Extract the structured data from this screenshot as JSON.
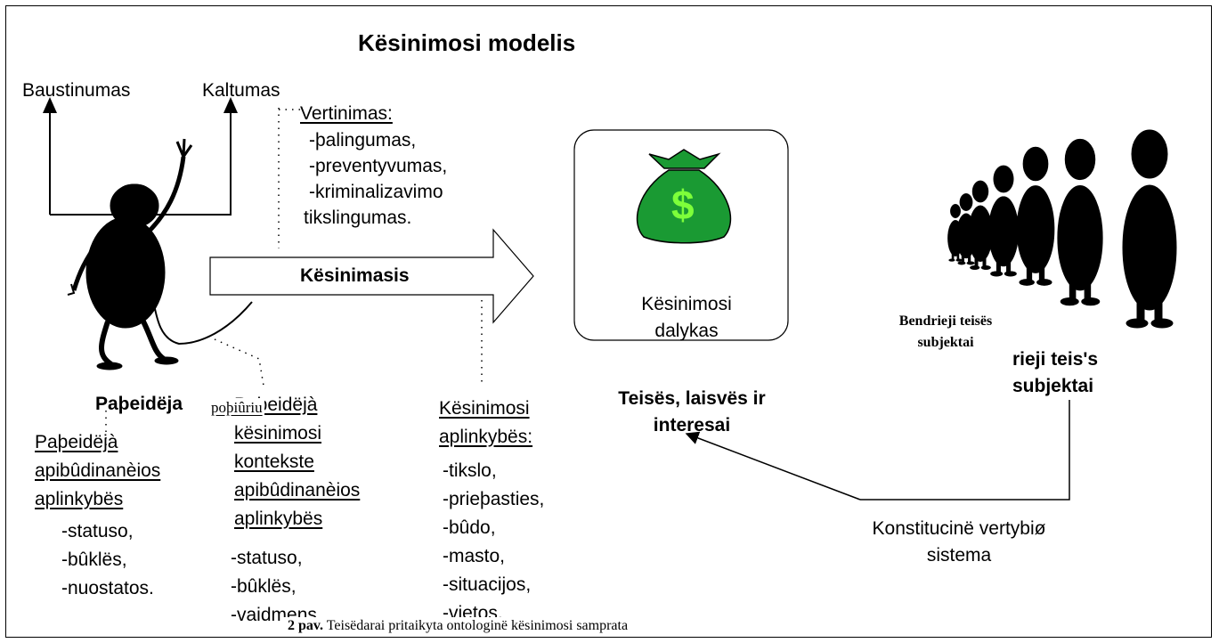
{
  "title": "Kësinimosi modelis",
  "top_labels": {
    "punishability": "Baustinumas",
    "guilt": "Kaltumas"
  },
  "evaluation": {
    "heading": "Vertinimas:",
    "items": [
      "-þalingumas,",
      "-preventyvumas,",
      "-kriminalizavimo",
      "tikslingumas."
    ]
  },
  "arrow_label": "Kësinimasis",
  "object_box": {
    "line1": "Kësinimosi",
    "line2": "dalykas",
    "money_symbol": "$",
    "bag_color": "#1a9a33"
  },
  "subjects": {
    "overlay_serif": "Bendrieji teisës subjektai",
    "bold_line1": "rieji teis's",
    "bold_line2": "subjektai"
  },
  "rights_label": {
    "line1": "Teisës, laisvës ir",
    "line2": "interesai"
  },
  "constitutional": {
    "line1": "Konstitucinë vertybiø",
    "line2": "sistema"
  },
  "offender": {
    "label": "Paþeidëja",
    "overlay": "poþiûriu"
  },
  "offender_circumstances": {
    "heading": [
      "Paþeidëjà",
      "apibûdinanèios",
      "aplinkybës"
    ],
    "items": [
      "-statuso,",
      "-bûklës,",
      "-nuostatos."
    ]
  },
  "context_circumstances": {
    "heading": [
      "Paþeidëjà",
      "kësinimosi",
      "kontekste",
      "apibûdinanèios",
      "aplinkybës"
    ],
    "items": [
      "-statuso,",
      "-bûklës,",
      "-vaidmens"
    ]
  },
  "attempt_circumstances": {
    "heading": [
      "Kësinimosi",
      "aplinkybës:"
    ],
    "items": [
      "-tikslo,",
      "-prieþasties,",
      "-bûdo,",
      "-masto,",
      "-situacijos,",
      "-vietos,"
    ]
  },
  "caption": {
    "bold": "2 pav.",
    "text": "Teisëdarai pritaikyta ontologinë kësinimosi samprata"
  }
}
